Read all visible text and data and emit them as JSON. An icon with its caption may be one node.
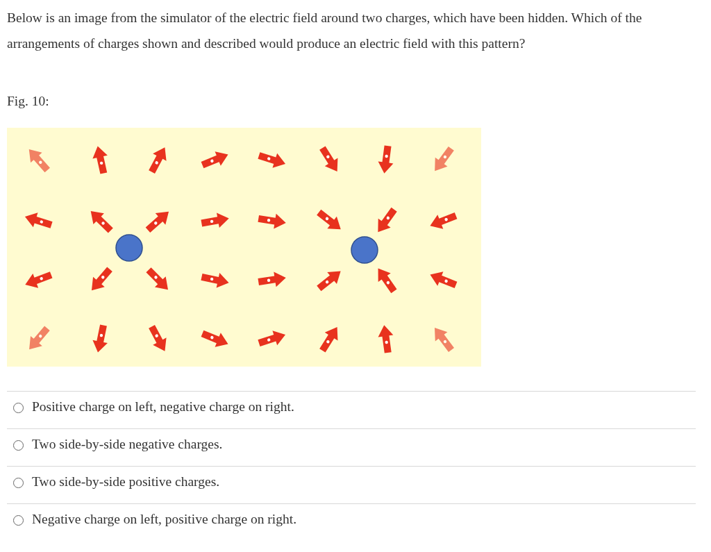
{
  "diagram": {
    "labels": [
      "Below is an image from the simulator of the electric field around two charges, which have been hidden. Which of the arrangements of charges shown and described would produce an electric field with this pattern?",
      "Fig. 10:",
      "Positive charge on left, negative charge on right.",
      "Two side-by-side negative charges.",
      "Two side-by-side positive charges.",
      "Negative charge on left, positive charge on right."
    ]
  }
}
